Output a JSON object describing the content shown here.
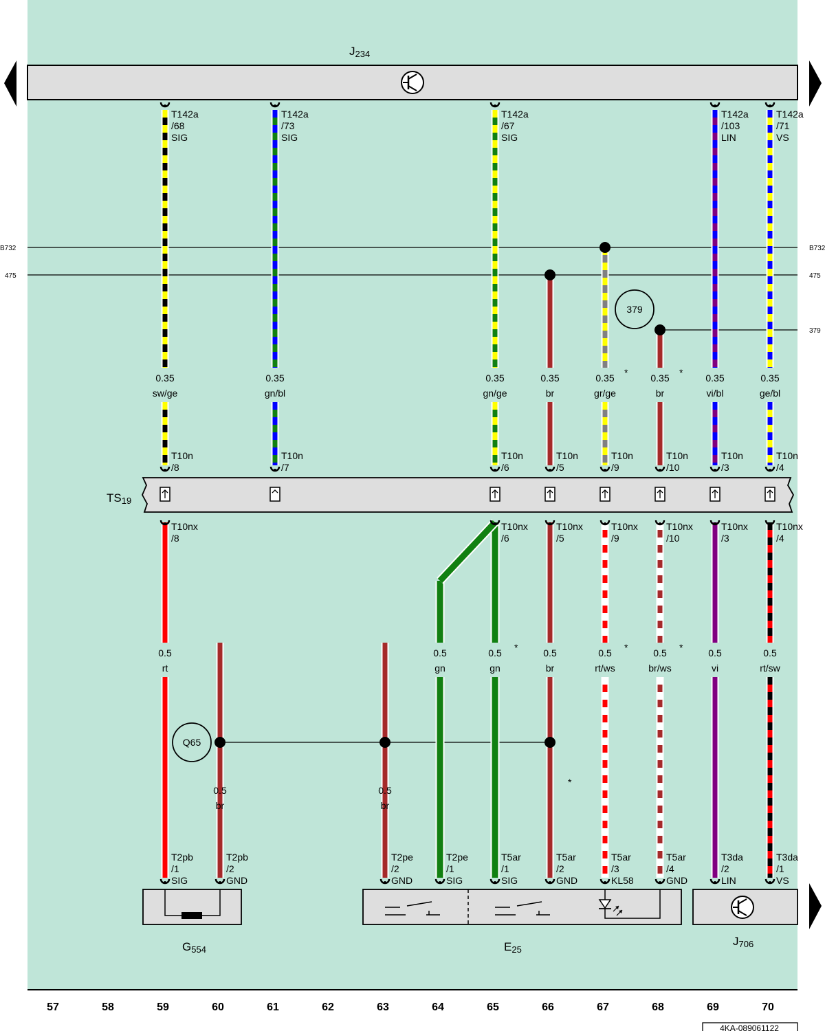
{
  "colors": {
    "background": "#bfe5d8",
    "module": "#dedede",
    "sw": "#000000",
    "ge": "#ffff00",
    "gn": "#118011",
    "bl": "#0000ff",
    "br": "#a52a2a",
    "gr": "#808080",
    "vi": "#800080",
    "rt": "#ff0000",
    "ws": "#ffffff"
  },
  "components": {
    "J234": {
      "main": "J",
      "sub": "234"
    },
    "TS19": {
      "main": "TS",
      "sub": "19"
    },
    "G554": {
      "main": "G",
      "sub": "554"
    },
    "E25": {
      "main": "E",
      "sub": "25"
    },
    "J706": {
      "main": "J",
      "sub": "706"
    }
  },
  "references": {
    "B732": "B732",
    "475": "475",
    "379": "379",
    "Q65": "Q65"
  },
  "wires_upper": [
    {
      "connector": [
        "T142a",
        "/68",
        "SIG"
      ],
      "size": "0.35",
      "color": "sw/ge",
      "split": [
        "T10n",
        "/8"
      ]
    },
    {
      "connector": [
        "T142a",
        "/73",
        "SIG"
      ],
      "size": "0.35",
      "color": "gn/bl",
      "split": [
        "T10n",
        "/7"
      ]
    },
    {
      "connector": [
        "T142a",
        "/67",
        "SIG"
      ],
      "size": "0.35",
      "color": "gn/ge",
      "split": [
        "T10n",
        "/6"
      ]
    },
    {
      "connector": [],
      "size": "0.35",
      "color": "br",
      "split": [
        "T10n",
        "/5"
      ]
    },
    {
      "connector": [],
      "size": "0.35",
      "color": "gr/ge",
      "split": [
        "T10n",
        "/9"
      ]
    },
    {
      "connector": [],
      "size": "0.35",
      "color": "br",
      "split": [
        "T10n",
        "/10"
      ]
    },
    {
      "connector": [
        "T142a",
        "/103",
        "LIN"
      ],
      "size": "0.35",
      "color": "vi/bl",
      "split": [
        "T10n",
        "/3"
      ]
    },
    {
      "connector": [
        "T142a",
        "/71",
        "VS"
      ],
      "size": "0.35",
      "color": "ge/bl",
      "split": [
        "T10n",
        "/4"
      ]
    }
  ],
  "wires_lower": [
    {
      "split": [
        "T10nx",
        "/8"
      ],
      "size": "0.5",
      "color": "rt",
      "end": [
        "T2pb",
        "/1",
        "SIG"
      ]
    },
    {
      "split": [],
      "size": "0.5",
      "color": "br",
      "end": [
        "T2pb",
        "/2",
        "GND"
      ]
    },
    {
      "split": [],
      "size": "0.5",
      "color": "br",
      "end": [
        "T2pe",
        "/2",
        "GND"
      ]
    },
    {
      "split": [],
      "size": "0.5",
      "color": "gn",
      "end": [
        "T2pe",
        "/1",
        "SIG"
      ]
    },
    {
      "split": [
        "T10nx",
        "/6"
      ],
      "size": "0.5",
      "color": "gn",
      "end": [
        "T5ar",
        "/1",
        "SIG"
      ]
    },
    {
      "split": [
        "T10nx",
        "/5"
      ],
      "size": "0.5",
      "color": "br",
      "end": [
        "T5ar",
        "/2",
        "GND"
      ]
    },
    {
      "split": [
        "T10nx",
        "/9"
      ],
      "size": "0.5",
      "color": "rt/ws",
      "end": [
        "T5ar",
        "/3",
        "KL58"
      ]
    },
    {
      "split": [
        "T10nx",
        "/10"
      ],
      "size": "0.5",
      "color": "br/ws",
      "end": [
        "T5ar",
        "/4",
        "GND"
      ]
    },
    {
      "split": [
        "T10nx",
        "/3"
      ],
      "size": "0.5",
      "color": "vi",
      "end": [
        "T3da",
        "/2",
        "LIN"
      ]
    },
    {
      "split": [
        "T10nx",
        "/4"
      ],
      "size": "0.5",
      "color": "rt/sw",
      "end": [
        "T3da",
        "/1",
        "VS"
      ]
    }
  ],
  "asterisk": "*",
  "columns": [
    "57",
    "58",
    "59",
    "60",
    "61",
    "62",
    "63",
    "64",
    "65",
    "66",
    "67",
    "68",
    "69",
    "70"
  ],
  "doc_number": "4KA-089061122"
}
